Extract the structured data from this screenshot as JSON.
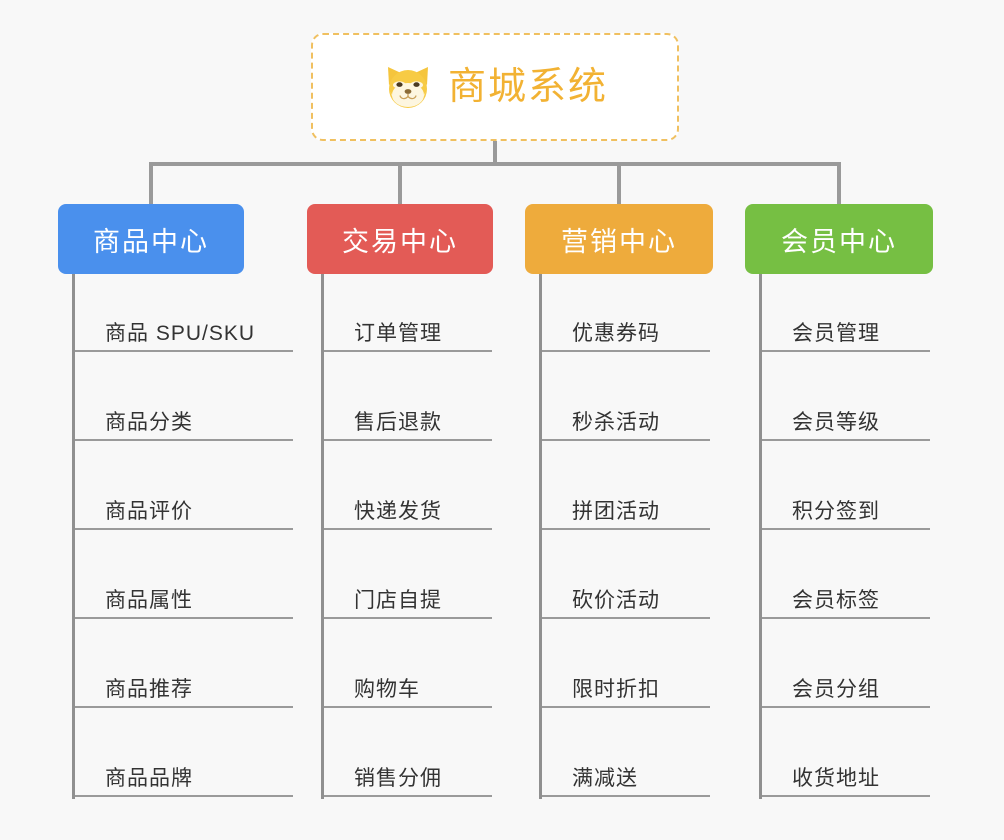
{
  "page": {
    "background_color": "#f8f8f8",
    "type": "mindmap"
  },
  "root": {
    "title": "商城系统",
    "icon": "shiba-dog-face-icon",
    "border_color": "#f0c060",
    "text_color": "#f2b233"
  },
  "branches": [
    {
      "label": "商品中心",
      "color": "#4a90ed",
      "items": [
        "商品 SPU/SKU",
        "商品分类",
        "商品评价",
        "商品属性",
        "商品推荐",
        "商品品牌"
      ]
    },
    {
      "label": "交易中心",
      "color": "#e35b56",
      "items": [
        "订单管理",
        "售后退款",
        "快递发货",
        "门店自提",
        "购物车",
        "销售分佣"
      ]
    },
    {
      "label": "营销中心",
      "color": "#eeab3c",
      "items": [
        "优惠券码",
        "秒杀活动",
        "拼团活动",
        "砍价活动",
        "限时折扣",
        "满减送"
      ]
    },
    {
      "label": "会员中心",
      "color": "#76bf43",
      "items": [
        "会员管理",
        "会员等级",
        "积分签到",
        "会员标签",
        "会员分组",
        "收货地址"
      ]
    }
  ],
  "connector_color": "#9a9a9a"
}
